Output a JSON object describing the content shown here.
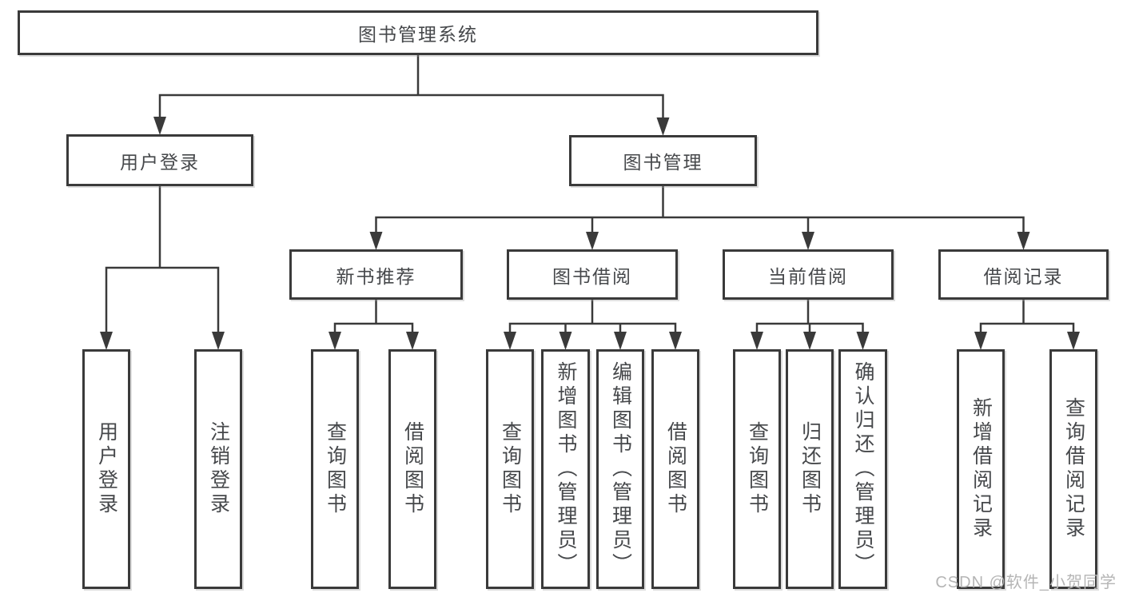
{
  "diagram": {
    "title": "图书管理系统",
    "nodes": [
      {
        "id": "root",
        "label": "图书管理系统",
        "parent": null,
        "orientation": "horizontal"
      },
      {
        "id": "user-login",
        "label": "用户登录",
        "parent": "root",
        "orientation": "horizontal"
      },
      {
        "id": "book-management",
        "label": "图书管理",
        "parent": "root",
        "orientation": "horizontal"
      },
      {
        "id": "new-book-recommend",
        "label": "新书推荐",
        "parent": "book-management",
        "orientation": "horizontal"
      },
      {
        "id": "book-borrowing",
        "label": "图书借阅",
        "parent": "book-management",
        "orientation": "horizontal"
      },
      {
        "id": "current-borrowing",
        "label": "当前借阅",
        "parent": "book-management",
        "orientation": "horizontal"
      },
      {
        "id": "borrowing-records",
        "label": "借阅记录",
        "parent": "book-management",
        "orientation": "horizontal"
      },
      {
        "id": "user-login-leaf",
        "label": "用户登录",
        "parent": "user-login",
        "orientation": "vertical"
      },
      {
        "id": "logout-leaf",
        "label": "注销登录",
        "parent": "user-login",
        "orientation": "vertical"
      },
      {
        "id": "query-books-recommend",
        "label": "查询图书",
        "parent": "new-book-recommend",
        "orientation": "vertical"
      },
      {
        "id": "borrow-books-recommend",
        "label": "借阅图书",
        "parent": "new-book-recommend",
        "orientation": "vertical"
      },
      {
        "id": "query-books-borrowing",
        "label": "查询图书",
        "parent": "book-borrowing",
        "orientation": "vertical"
      },
      {
        "id": "add-books-admin",
        "label": "新增图书（管理员）",
        "parent": "book-borrowing",
        "orientation": "vertical"
      },
      {
        "id": "edit-books-admin",
        "label": "编辑图书（管理员）",
        "parent": "book-borrowing",
        "orientation": "vertical"
      },
      {
        "id": "borrow-books-borrowing",
        "label": "借阅图书",
        "parent": "book-borrowing",
        "orientation": "vertical"
      },
      {
        "id": "query-books-current",
        "label": "查询图书",
        "parent": "current-borrowing",
        "orientation": "vertical"
      },
      {
        "id": "return-books",
        "label": "归还图书",
        "parent": "current-borrowing",
        "orientation": "vertical"
      },
      {
        "id": "confirm-return-admin",
        "label": "确认归还（管理员）",
        "parent": "current-borrowing",
        "orientation": "vertical"
      },
      {
        "id": "add-borrow-record",
        "label": "新增借阅记录",
        "parent": "borrowing-records",
        "orientation": "vertical"
      },
      {
        "id": "query-borrow-record",
        "label": "查询借阅记录",
        "parent": "borrowing-records",
        "orientation": "vertical"
      }
    ]
  },
  "watermark": {
    "text": "CSDN @软件_小贺同学",
    "color": "#b5b5b5"
  },
  "colors": {
    "line": "#3a3a3a",
    "border": "#3a3a3a",
    "text": "#46484b",
    "background": "#ffffff"
  }
}
